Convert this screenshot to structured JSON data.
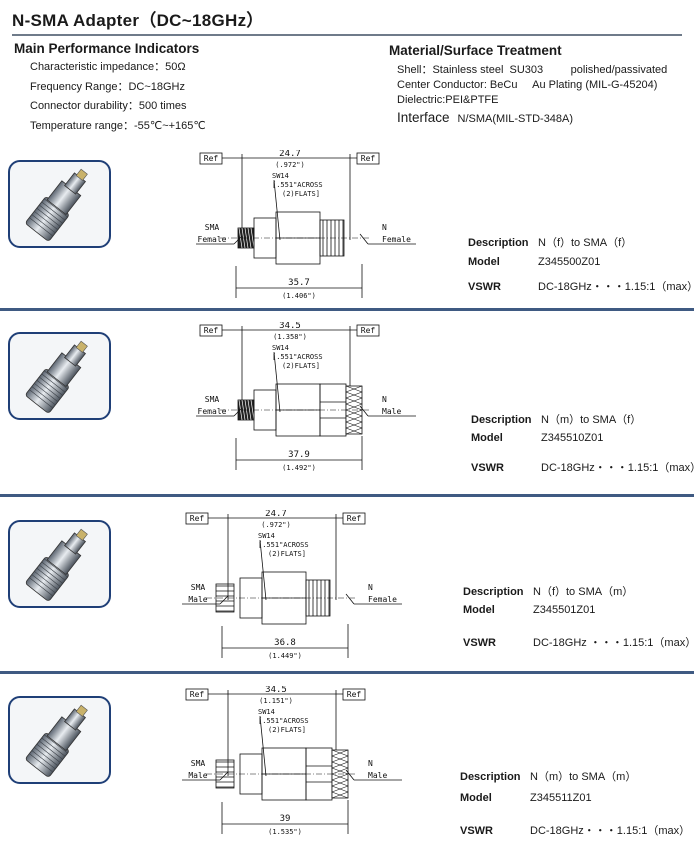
{
  "title": "N-SMA Adapter（DC~18GHz）",
  "performance": {
    "heading": "Main Performance Indicators",
    "lines": [
      "Characteristic impedance：50Ω",
      "Frequency Range：DC~18GHz",
      "Connector durability：500 times",
      "Temperature range：-55℃~+165℃"
    ]
  },
  "material": {
    "heading": "Material/Surface Treatment",
    "shell": "Shell：Stainless steel  SU303         polished/passivated",
    "conductor": "Center Conductor: BeCu     Au Plating (MIL-G-45204)",
    "dielectric": "Dielectric:PEI&PTFE",
    "interface_label": "Interface",
    "interface_value": "N/SMA(MIL-STD-348A)"
  },
  "labels": {
    "description": "Description",
    "model": "Model",
    "vswr": "VSWR",
    "ref": "Ref"
  },
  "products": [
    {
      "description": "N（f）to SMA（f）",
      "model": "Z345500Z01",
      "vswr": "DC-18GHz・・・1.15:1（max）",
      "top_dim": "24.7",
      "top_dim_in": "(.972\")",
      "sw1": "SW14",
      "sw2": "[.551\"ACROSS",
      "sw3": "(2)FLATS]",
      "bot_dim": "35.7",
      "bot_dim_in": "(1.406\")",
      "left1": "SMA",
      "left2": "Female",
      "right1": "N",
      "right2": "Female"
    },
    {
      "description": "N（m）to SMA（f）",
      "model": "Z345510Z01",
      "vswr": "DC-18GHz・・・1.15:1（max）",
      "top_dim": "34.5",
      "top_dim_in": "(1.358\")",
      "sw1": "SW14",
      "sw2": "[.551\"ACROSS",
      "sw3": "(2)FLATS]",
      "bot_dim": "37.9",
      "bot_dim_in": "(1.492\")",
      "left1": "SMA",
      "left2": "Female",
      "right1": "N",
      "right2": "Male"
    },
    {
      "description": "N（f）to SMA（m）",
      "model": "Z345501Z01",
      "vswr": "DC-18GHz ・・・1.15:1（max）",
      "top_dim": "24.7",
      "top_dim_in": "(.972\")",
      "sw1": "SW14",
      "sw2": "[.551\"ACROSS",
      "sw3": "(2)FLATS]",
      "bot_dim": "36.8",
      "bot_dim_in": "(1.449\")",
      "left1": "SMA",
      "left2": "Male",
      "right1": "N",
      "right2": "Female"
    },
    {
      "description": "N（m）to SMA（m）",
      "model": "Z345511Z01",
      "vswr": "DC-18GHz・・・1.15:1（max）",
      "top_dim": "34.5",
      "top_dim_in": "(1.151\")",
      "sw1": "SW14",
      "sw2": "[.551\"ACROSS",
      "sw3": "(2)FLATS]",
      "bot_dim": "39",
      "bot_dim_in": "(1.535\")",
      "left1": "SMA",
      "left2": "Male",
      "right1": "N",
      "right2": "Male"
    }
  ]
}
